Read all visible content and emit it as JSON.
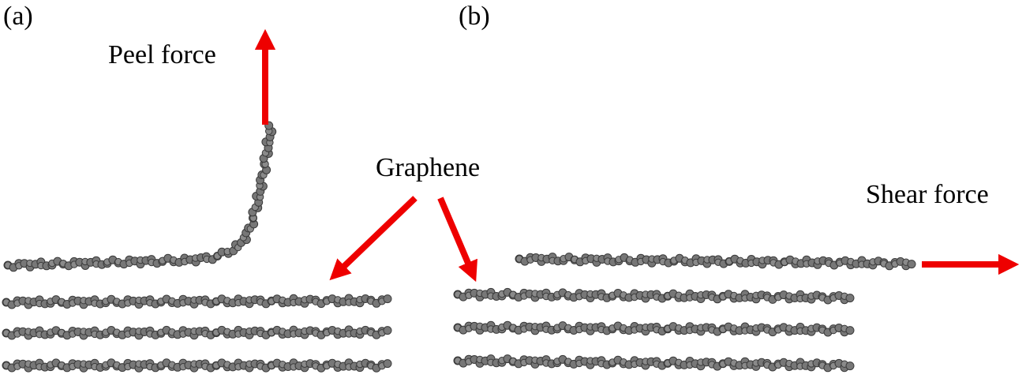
{
  "panels": [
    {
      "id": "a",
      "label": "(a)"
    },
    {
      "id": "b",
      "label": "(b)"
    }
  ],
  "labels": {
    "peel_force": "Peel force",
    "graphene": "Graphene",
    "shear_force": "Shear force"
  },
  "colors": {
    "arrow": "#ee0000",
    "atom_fill": "#777777",
    "atom_stroke": "#3a3a3a",
    "text": "#000000"
  }
}
